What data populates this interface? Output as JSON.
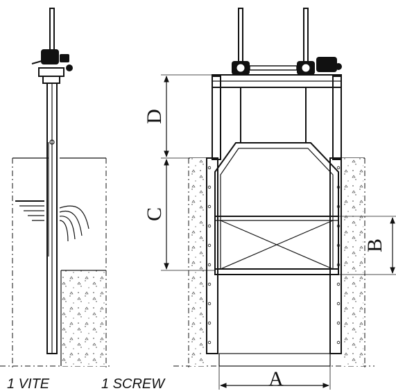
{
  "labels": {
    "dim_a": "A",
    "dim_b": "B",
    "dim_c": "C",
    "dim_d": "D",
    "caption_vite": "1 VITE",
    "caption_screw": "1 SCREW"
  }
}
